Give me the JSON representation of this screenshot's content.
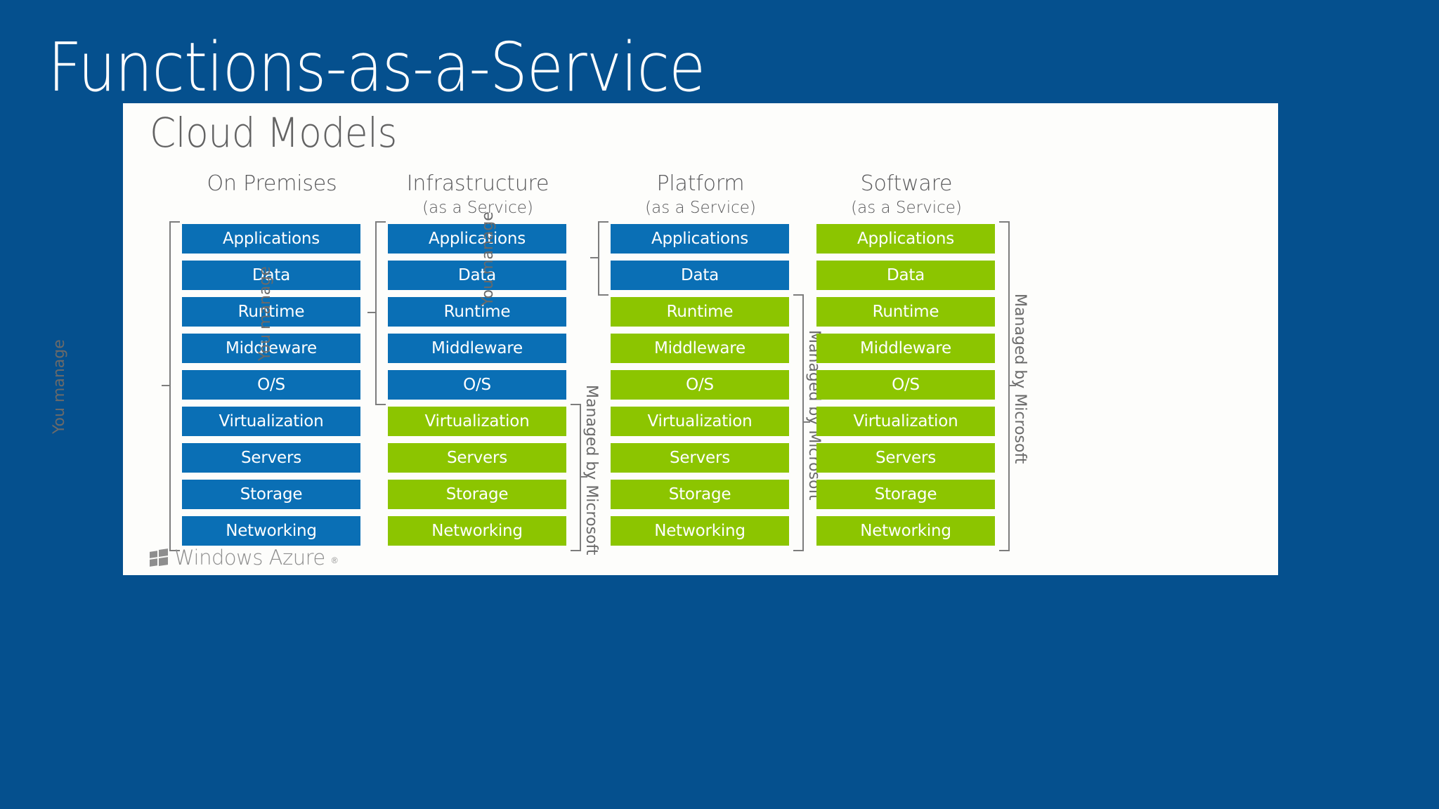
{
  "slide": {
    "title": "Functions-as-a-Service",
    "background_color": "#05508e"
  },
  "panel": {
    "title": "Cloud Models",
    "background_color": "#fdfdfb",
    "blue_color": "#0a6fb5",
    "green_color": "#8cc500",
    "bracket_color": "#7d7d7d",
    "label_color": "#6a6a6a"
  },
  "rows": [
    "Applications",
    "Data",
    "Runtime",
    "Middleware",
    "O/S",
    "Virtualization",
    "Servers",
    "Storage",
    "Networking"
  ],
  "labels": {
    "you_manage": "You manage",
    "managed_by_microsoft": "Managed by Microsoft"
  },
  "columns": [
    {
      "title": "On Premises",
      "subtitle": "",
      "colors": [
        "blue",
        "blue",
        "blue",
        "blue",
        "blue",
        "blue",
        "blue",
        "blue",
        "blue"
      ],
      "you_manage_rows": [
        0,
        8
      ],
      "managed_rows": null
    },
    {
      "title": "Infrastructure",
      "subtitle": "(as a Service)",
      "colors": [
        "blue",
        "blue",
        "blue",
        "blue",
        "blue",
        "green",
        "green",
        "green",
        "green"
      ],
      "you_manage_rows": [
        0,
        4
      ],
      "managed_rows": [
        5,
        8
      ]
    },
    {
      "title": "Platform",
      "subtitle": "(as a Service)",
      "colors": [
        "blue",
        "blue",
        "green",
        "green",
        "green",
        "green",
        "green",
        "green",
        "green"
      ],
      "you_manage_rows": [
        0,
        1
      ],
      "managed_rows": [
        2,
        8
      ]
    },
    {
      "title": "Software",
      "subtitle": "(as a Service)",
      "colors": [
        "green",
        "green",
        "green",
        "green",
        "green",
        "green",
        "green",
        "green",
        "green"
      ],
      "you_manage_rows": null,
      "managed_rows": [
        0,
        8
      ]
    }
  ],
  "footer_logo": {
    "icon": "windows-flag-icon",
    "wordmark": "Windows Azure",
    "trademark": "®"
  }
}
